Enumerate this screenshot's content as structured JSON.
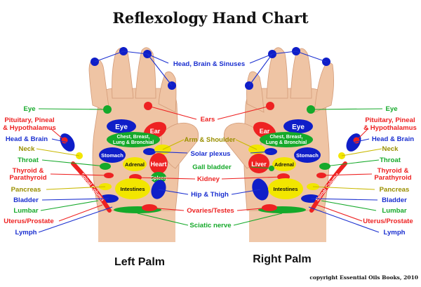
{
  "title": "Reflexology Hand Chart",
  "copyright": "copyright Essential Oils Books, 2010",
  "palms": {
    "left": "Left Palm",
    "right": "Right Palm"
  },
  "colors": {
    "blue": "#0f1ec8",
    "red": "#ee2222",
    "green": "#15a92a",
    "yellow": "#f2e600",
    "olive": "#9a8f00",
    "skin": "#efc4a4",
    "line_blue": "#1a2fd0"
  },
  "labels": {
    "center_head_brain_sinuses": "Head, Brain & Sinuses",
    "center_ears": "Ears",
    "center_arm_shoulder": "Arm & Shoulder",
    "center_solar_plexus": "Solar plexus",
    "center_gall_bladder": "Gall bladder",
    "center_kidney": "Kidney",
    "center_hip_thigh": "Hip & Thigh",
    "center_ovaries_testes": "Ovaries/Testes",
    "center_sciatic_nerve": "Sciatic nerve",
    "eye": "Eye",
    "pituitary_line1": "Pituitary, Pineal",
    "pituitary_line2": "& Hypothalamus",
    "head_brain": "Head & Brain",
    "neck": "Neck",
    "throat": "Throat",
    "thyroid_line1": "Thyroid &",
    "thyroid_line2": "Parathyroid",
    "pancreas": "Pancreas",
    "bladder": "Bladder",
    "lumbar": "Lumbar",
    "uterus_prostate": "Uterus/Prostate",
    "lymph": "Lymph"
  },
  "zones": {
    "eye": "Eye",
    "ear": "Ear",
    "chest_line1": "Chest, Breast,",
    "chest_line2": "Lung & Bronchial",
    "stomach": "Stomach",
    "adrenal": "Adrenal",
    "heart": "Heart",
    "liver": "Liver",
    "spleen": "Spleen",
    "intestines": "Intestines",
    "spinal_column": "Spinal Column"
  }
}
